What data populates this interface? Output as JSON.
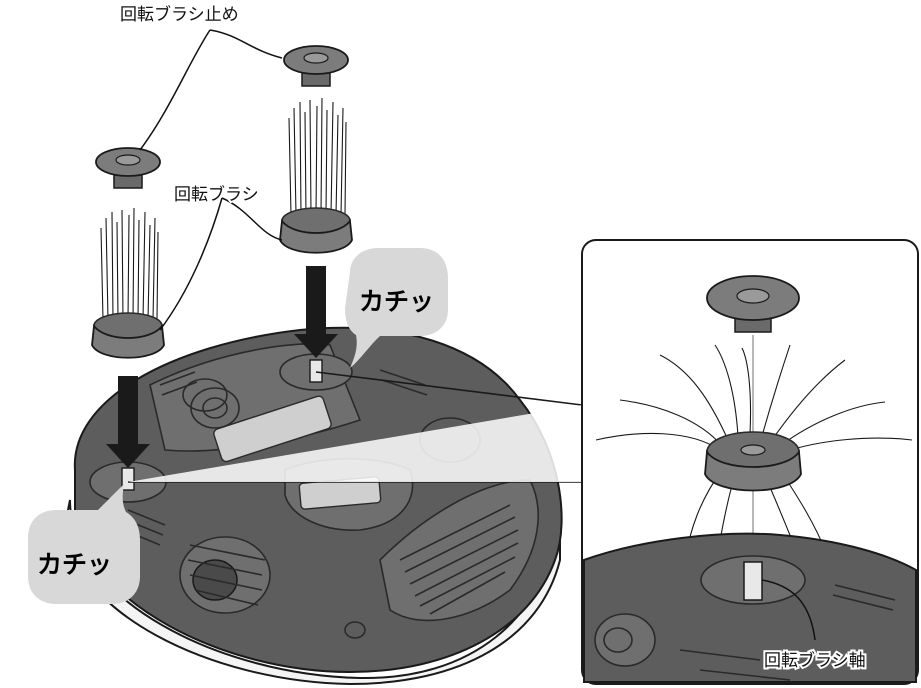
{
  "labels": {
    "brush_stopper": "回転ブラシ止め",
    "brush": "回転ブラシ",
    "click_top": "カチッ",
    "click_bottom": "カチッ",
    "brush_shaft": "回転ブラシ軸"
  },
  "icons": [
    "robot-cleaner-underside",
    "rotating-brush",
    "brush-stopper-cap",
    "down-arrow",
    "speech-bubble",
    "zoom-callout"
  ]
}
